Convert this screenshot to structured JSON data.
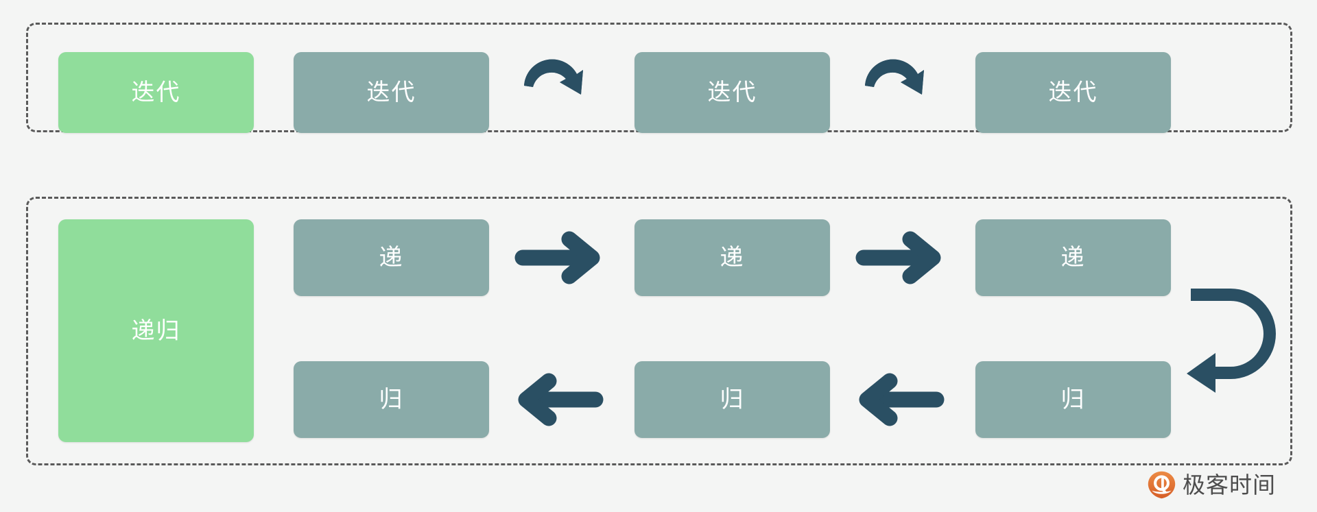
{
  "palette": {
    "background": "#f4f5f4",
    "node_green": "#90dd9b",
    "node_teal": "#8aaba9",
    "arrow_navy": "#2a4f63",
    "dashed_border": "#5a5a5a",
    "node_text": "#ffffff",
    "logo_orange": "#e3762f",
    "logo_text": "#4d4d4d"
  },
  "iteration_group": {
    "name": "iteration-group",
    "label_node": {
      "text": "迭代",
      "color": "green"
    },
    "step_nodes": [
      {
        "text": "迭代",
        "color": "teal"
      },
      {
        "text": "迭代",
        "color": "teal"
      },
      {
        "text": "迭代",
        "color": "teal"
      }
    ],
    "connectors": [
      {
        "icon": "cycle-icon"
      },
      {
        "icon": "cycle-icon"
      }
    ]
  },
  "recursion_group": {
    "name": "recursion-group",
    "label_node": {
      "text": "递归",
      "color": "green"
    },
    "forward_nodes": [
      {
        "text": "递",
        "color": "teal"
      },
      {
        "text": "递",
        "color": "teal"
      },
      {
        "text": "递",
        "color": "teal"
      }
    ],
    "return_nodes": [
      {
        "text": "归",
        "color": "teal"
      },
      {
        "text": "归",
        "color": "teal"
      },
      {
        "text": "归",
        "color": "teal"
      }
    ],
    "forward_connectors": [
      {
        "icon": "arrow-right-icon"
      },
      {
        "icon": "arrow-right-icon"
      }
    ],
    "return_connectors": [
      {
        "icon": "arrow-left-icon"
      },
      {
        "icon": "arrow-left-icon"
      }
    ],
    "turn_connector": {
      "icon": "u-turn-arrow-icon"
    }
  },
  "watermark": {
    "text": "极客时间",
    "icon": "geektime-logo-icon"
  }
}
